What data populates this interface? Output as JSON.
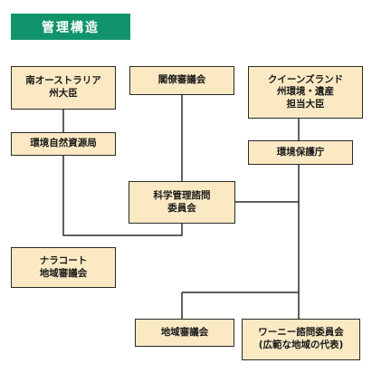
{
  "header": {
    "title": "管理構造"
  },
  "colors": {
    "header_bg": "#11946b",
    "box_fill": "#fbe9c3",
    "box_border": "#2a2a2a",
    "line": "#2a2a2a"
  },
  "boxes": {
    "sa_minister": {
      "line1": "南オーストラリア",
      "line2": "州大臣"
    },
    "cabinet": {
      "line1": "閣僚審議会"
    },
    "qld_minister": {
      "line1": "クイーンズランド",
      "line2": "州環境・遺産",
      "line3": "担当大臣"
    },
    "sa_environment": {
      "line1": "環境自然資源局"
    },
    "qld_epa": {
      "line1": "環境保護庁"
    },
    "science_committee": {
      "line1": "科学管理諮問",
      "line2": "委員会"
    },
    "naracoorte_committee": {
      "line1": "ナラコート",
      "line2": "地域審議会"
    },
    "regional_committee": {
      "line1": "地域審議会"
    },
    "riversleigh_committee": {
      "line1": "ワーニー諮問委員会",
      "line2": "(広範な地域の代表)"
    }
  }
}
